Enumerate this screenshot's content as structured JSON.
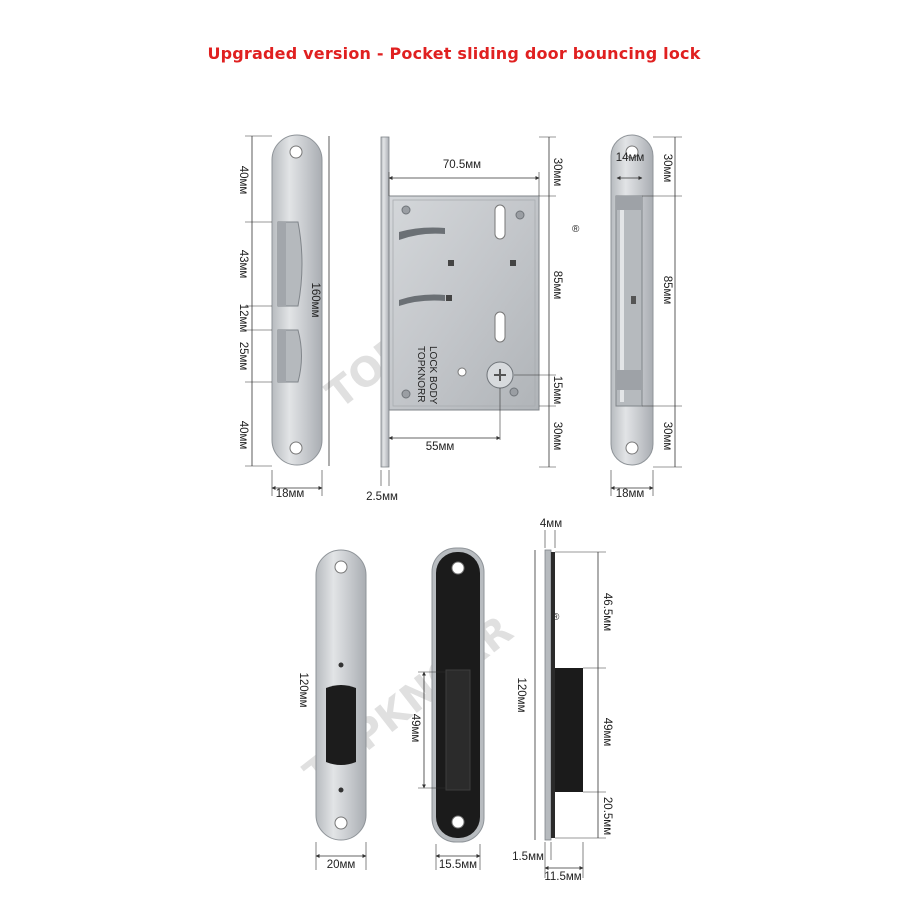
{
  "title": "Upgraded version - Pocket sliding door bouncing lock",
  "watermark": "TOPKNORR",
  "watermark_mark": "®",
  "lock_body_engraving": [
    "TOPKNORR",
    "LOCK BODY"
  ],
  "colors": {
    "title": "#e02020",
    "steel": "#c9ccd0",
    "steel_dark": "#8f9499",
    "black_plate": "#1b1b1b",
    "dimension_line": "#333333",
    "watermark": "#d9d9d9"
  },
  "views": {
    "faceplate_front": {
      "dims": {
        "top": "40мм",
        "upper_latch": "43мм",
        "gap": "12мм",
        "lower_latch": "25мм",
        "bottom": "40мм",
        "height": "160мм",
        "width": "18мм"
      }
    },
    "lock_body": {
      "dims": {
        "width": "70.5мм",
        "top": "30мм",
        "middle": "85мм",
        "spindle_gap": "15мм",
        "bottom": "30мм",
        "backset": "55мм",
        "plate_thickness": "2.5мм"
      }
    },
    "side_view": {
      "dims": {
        "depth": "14мм",
        "top": "30мм",
        "middle": "85мм",
        "bottom": "30мм",
        "width": "18мм"
      }
    },
    "strike_plate_front": {
      "dims": {
        "height": "120мм",
        "width": "20мм"
      }
    },
    "strike_box_front": {
      "dims": {
        "pocket": "49мм",
        "width": "15.5мм"
      }
    },
    "strike_side": {
      "dims": {
        "top_thickness": "4мм",
        "upper": "46.5мм",
        "pocket": "49мм",
        "lower": "20.5мм",
        "height": "120мм",
        "plate_thickness": "1.5мм",
        "depth": "11.5мм"
      }
    }
  }
}
